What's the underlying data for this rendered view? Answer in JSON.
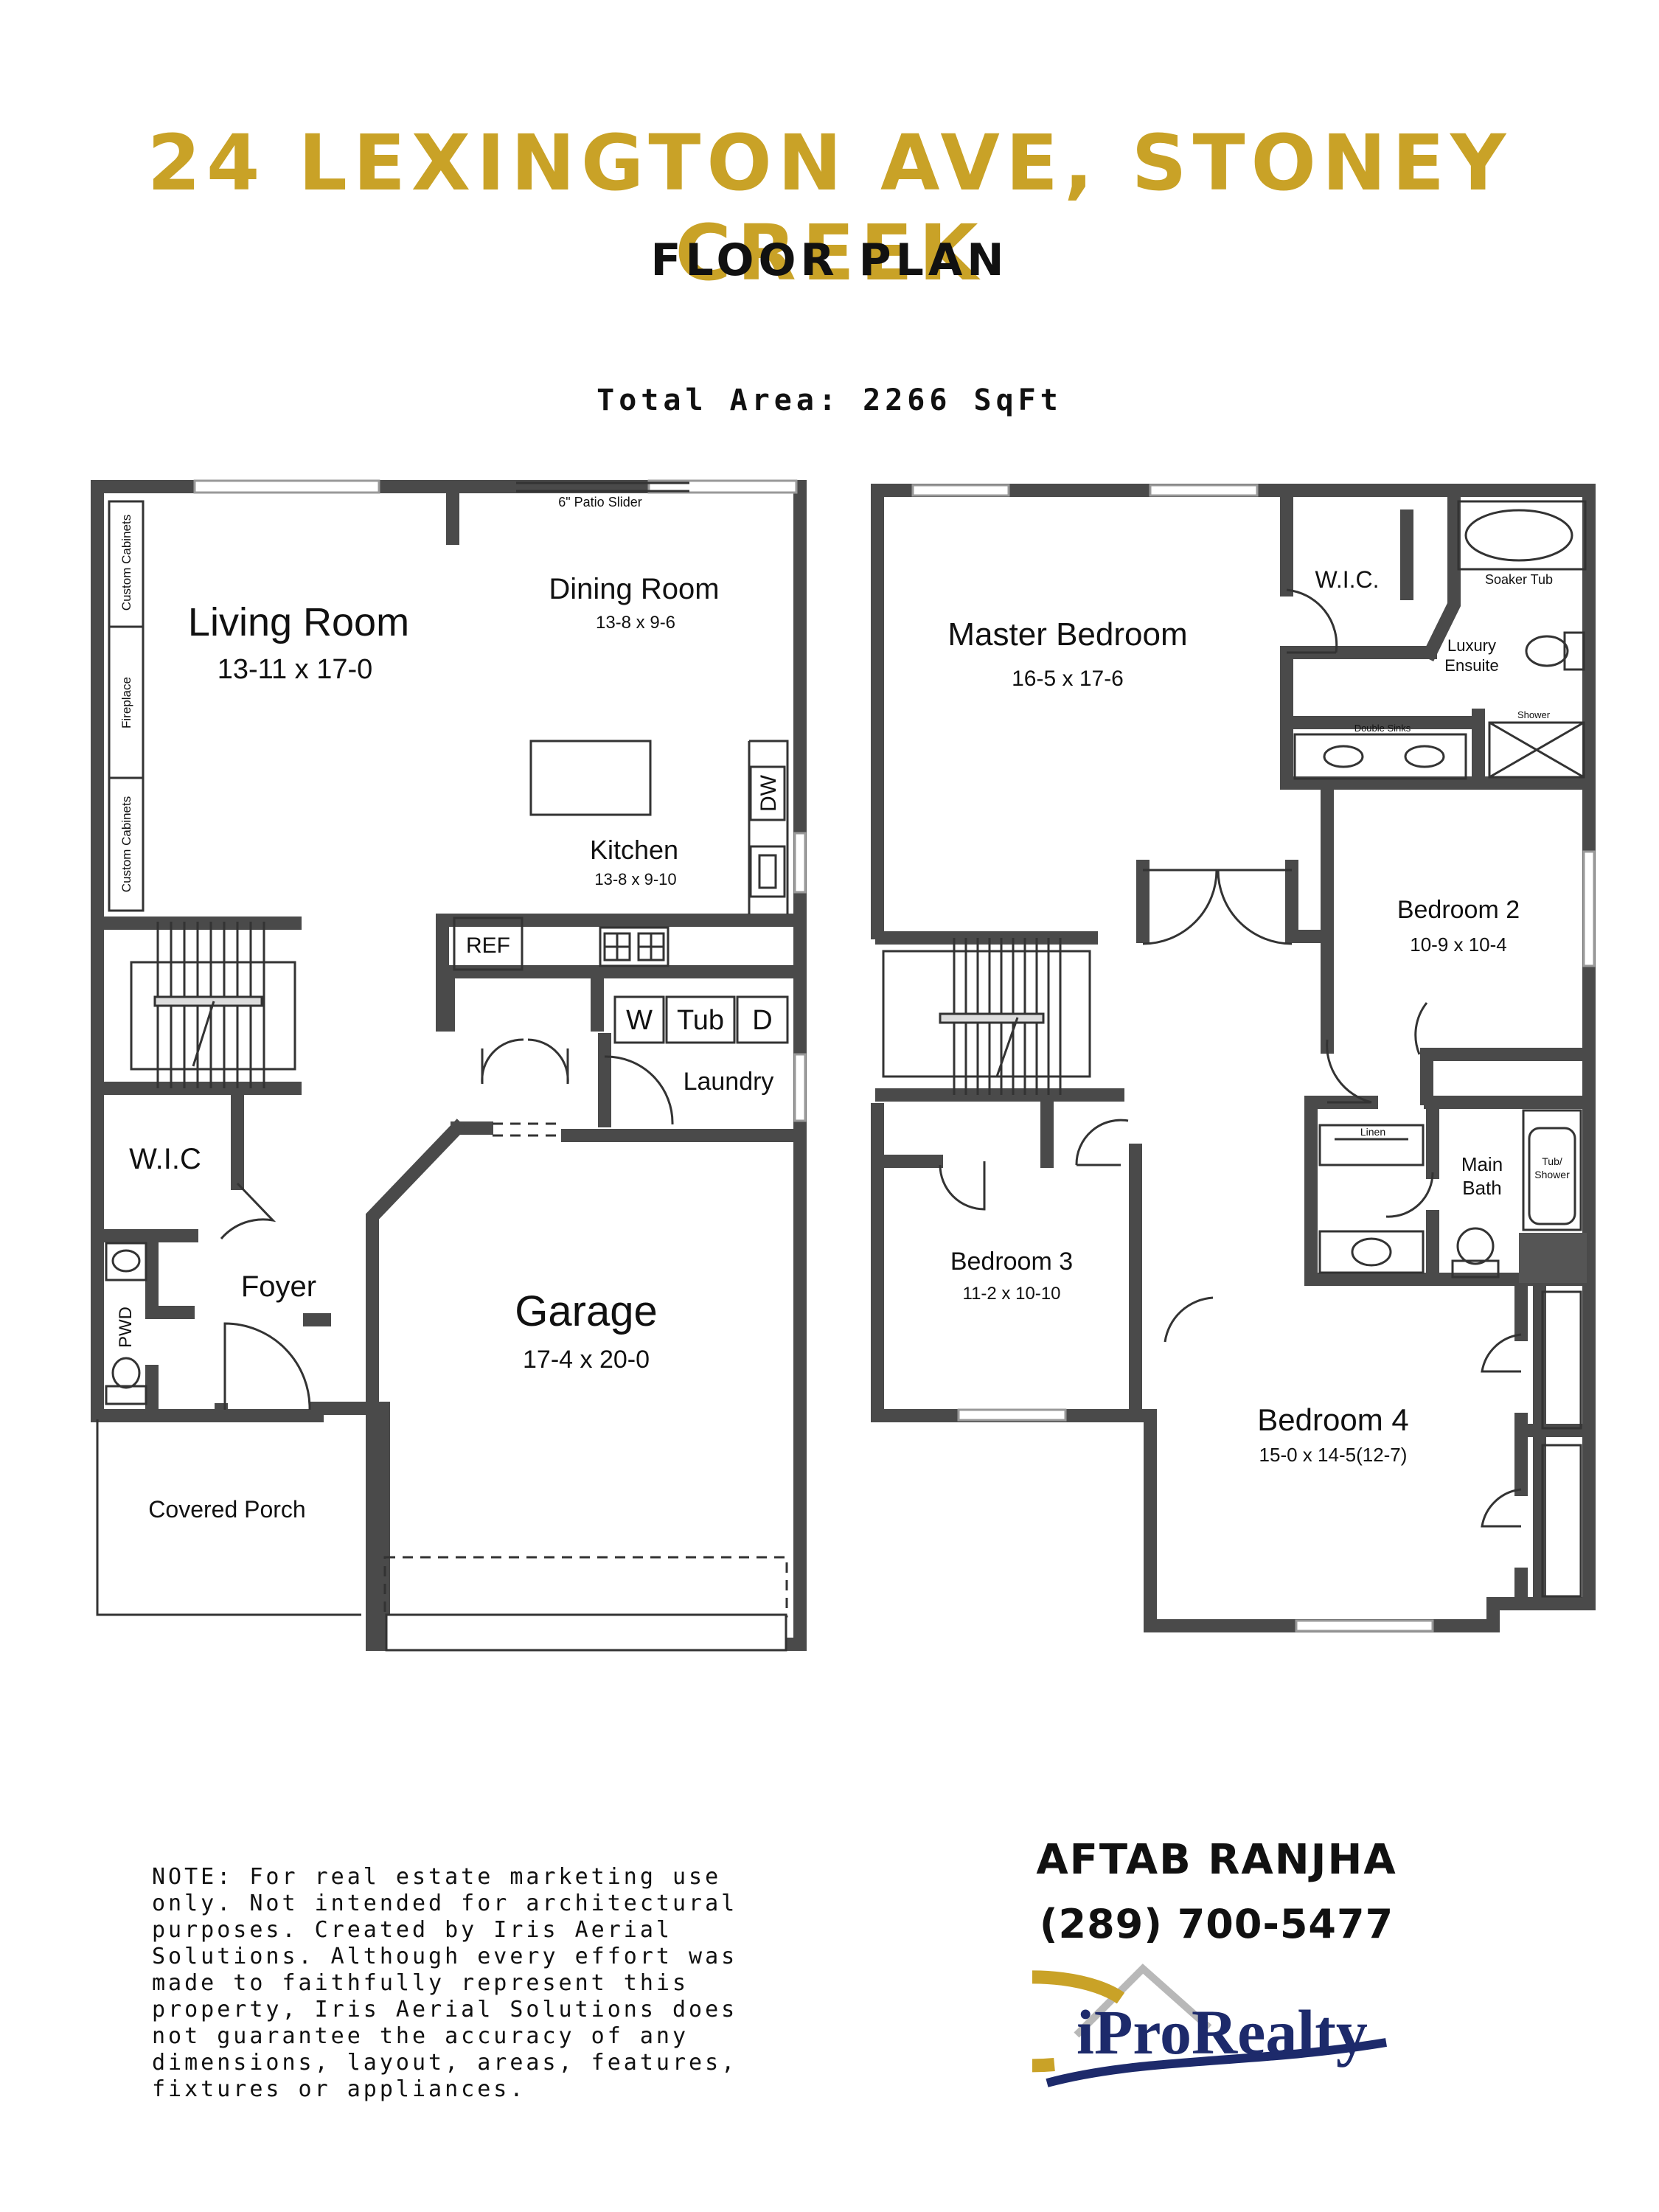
{
  "header": {
    "title": "24 LEXINGTON AVE, STONEY CREEK",
    "subtitle": "FLOOR PLAN",
    "total_area": "Total Area: 2266 SqFt"
  },
  "main_floor": {
    "living_room": {
      "name": "Living Room",
      "dims": "13-11 x 17-0"
    },
    "dining_room": {
      "name": "Dining Room",
      "dims": "13-8 x 9-6"
    },
    "kitchen": {
      "name": "Kitchen",
      "dims": "13-8 x 9-10"
    },
    "patio_slider": "6\" Patio Slider",
    "custom_cabinets_1": "Custom Cabinets",
    "fireplace": "Fireplace",
    "custom_cabinets_2": "Custom Cabinets",
    "dw": "DW",
    "ref": "REF",
    "w": "W",
    "tub": "Tub",
    "d": "D",
    "laundry": "Laundry",
    "wic": "W.I.C",
    "foyer": "Foyer",
    "pwd": "PWD",
    "garage": {
      "name": "Garage",
      "dims": "17-4 x 20-0"
    },
    "covered_porch": "Covered Porch"
  },
  "second_floor": {
    "master_bedroom": {
      "name": "Master Bedroom",
      "dims": "16-5 x 17-6"
    },
    "wic": "W.I.C.",
    "soaker_tub": "Soaker Tub",
    "luxury_ensuite_1": "Luxury",
    "luxury_ensuite_2": "Ensuite",
    "double_sinks": "Double Sinks",
    "shower": "Shower",
    "bedroom_2": {
      "name": "Bedroom 2",
      "dims": "10-9 x 10-4"
    },
    "linen": "Linen",
    "main_bath_1": "Main",
    "main_bath_2": "Bath",
    "tub_shower_1": "Tub/",
    "tub_shower_2": "Shower",
    "bedroom_3": {
      "name": "Bedroom 3",
      "dims": "11-2 x 10-10"
    },
    "bedroom_4": {
      "name": "Bedroom 4",
      "dims": "15-0 x 14-5(12-7)"
    }
  },
  "footer": {
    "note": "NOTE: For real estate marketing use only. Not intended for architectural purposes. Created by Iris Aerial Solutions. Although every effort was made to faithfully represent this property, Iris Aerial Solutions does not guarantee the accuracy of any dimensions, layout, areas, features, fixtures or appliances.",
    "agent_name": "AFTAB RANJHA",
    "agent_phone": "(289) 700-5477",
    "logo_text": "iProRealty"
  },
  "colors": {
    "title": "#c9a227",
    "wall": "#4a4a4a",
    "text": "#111111",
    "logo_blue": "#1d2a6b",
    "logo_gold": "#c9a227"
  }
}
